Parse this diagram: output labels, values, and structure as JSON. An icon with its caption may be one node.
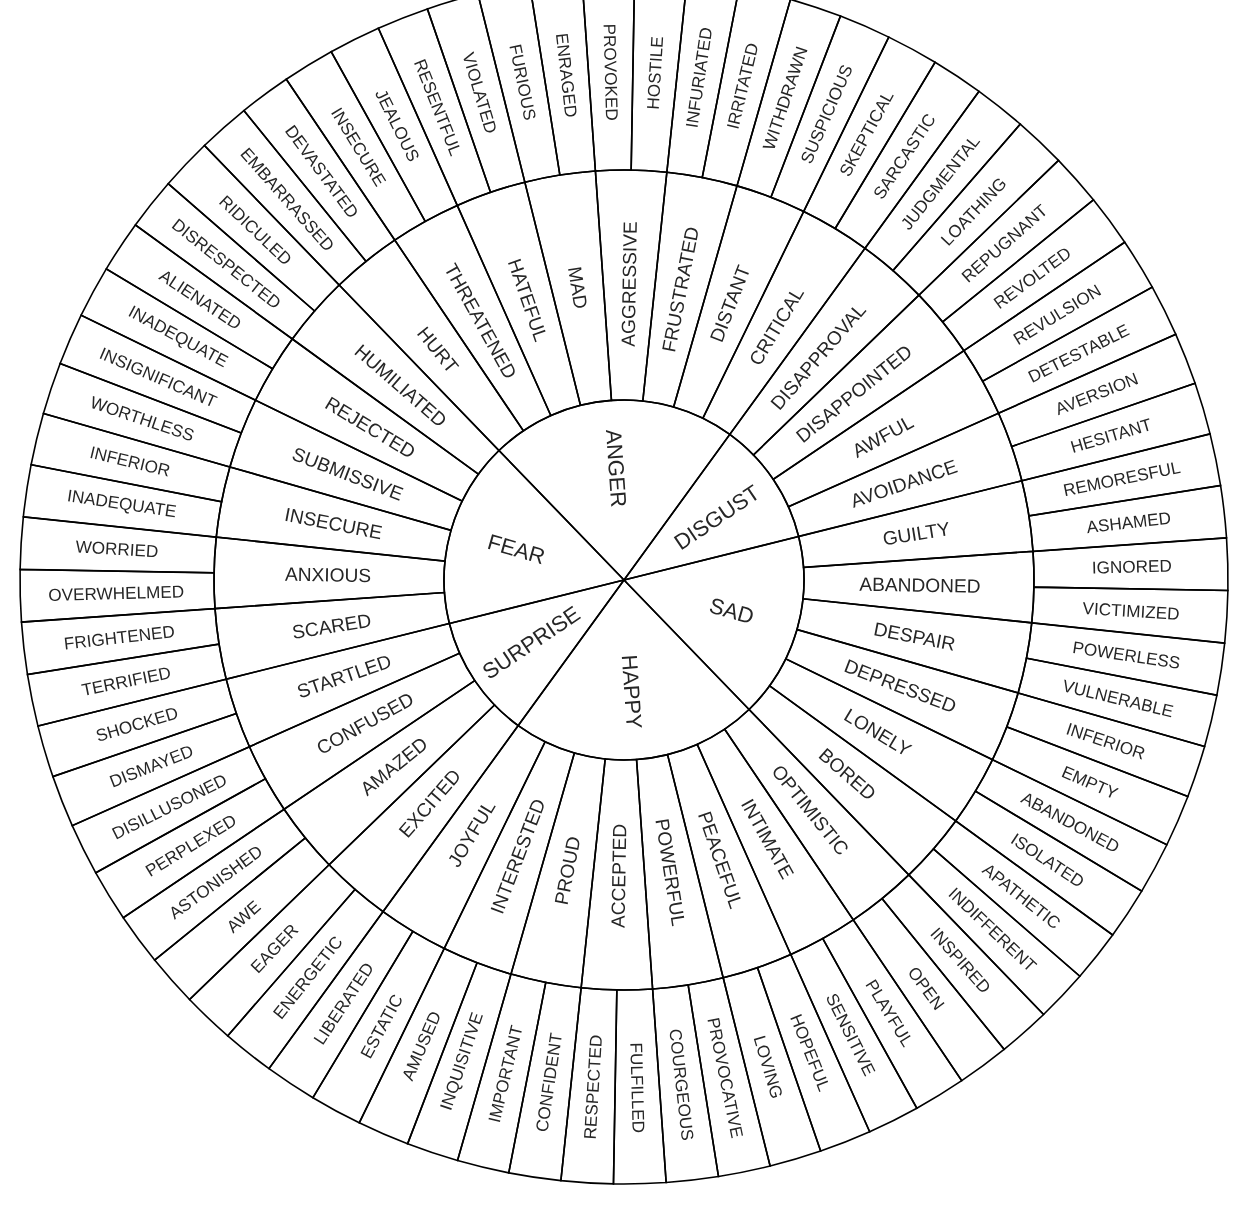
{
  "diagram": {
    "nodes": [
      {
        "text": [
          "ANGER"
        ]
      },
      {
        "text": [
          "DISGUST"
        ]
      },
      {
        "text": [
          "SAD"
        ]
      },
      {
        "text": [
          "HAPPY"
        ]
      },
      {
        "text": [
          "SURPRISE"
        ]
      },
      {
        "text": [
          "FEAR"
        ]
      },
      {
        "text": [
          "HURT"
        ]
      },
      {
        "text": [
          "THREATENED"
        ]
      },
      {
        "text": [
          "HATEFUL"
        ]
      },
      {
        "text": [
          "MAD"
        ]
      },
      {
        "text": [
          "AGGRESSIVE"
        ]
      },
      {
        "text": [
          "FRUSTRATED"
        ]
      },
      {
        "text": [
          "DISTANT"
        ]
      },
      {
        "text": [
          "CRITICAL"
        ]
      },
      {
        "text": [
          "DISAPPROVAL"
        ]
      },
      {
        "text": [
          "DISAPPOINTED"
        ]
      },
      {
        "text": [
          "AWFUL"
        ]
      },
      {
        "text": [
          "AVOIDANCE"
        ]
      },
      {
        "text": [
          "GUILTY"
        ]
      },
      {
        "text": [
          "ABANDONED"
        ]
      },
      {
        "text": [
          "DESPAIR"
        ]
      },
      {
        "text": [
          "DEPRESSED"
        ]
      },
      {
        "text": [
          "LONELY"
        ]
      },
      {
        "text": [
          "BORED"
        ]
      },
      {
        "text": [
          "OPTIMISTIC"
        ]
      },
      {
        "text": [
          "INTIMATE"
        ]
      },
      {
        "text": [
          "PEACEFUL"
        ]
      },
      {
        "text": [
          "POWERFUL"
        ]
      },
      {
        "text": [
          "ACCEPTED"
        ]
      },
      {
        "text": [
          "PROUD"
        ]
      },
      {
        "text": [
          "INTERESTED"
        ]
      },
      {
        "text": [
          "JOYFUL"
        ]
      },
      {
        "text": [
          "EXCITED"
        ]
      },
      {
        "text": [
          "AMAZED"
        ]
      },
      {
        "text": [
          "CONFUSED"
        ]
      },
      {
        "text": [
          "STARTLED"
        ]
      },
      {
        "text": [
          "SCARED"
        ]
      },
      {
        "text": [
          "ANXIOUS"
        ]
      },
      {
        "text": [
          "INSECURE"
        ]
      },
      {
        "text": [
          "SUBMISSIVE"
        ]
      },
      {
        "text": [
          "REJECTED"
        ]
      },
      {
        "text": [
          "HUMILIATED"
        ]
      },
      {
        "text": [
          "EMBARRASSED"
        ]
      },
      {
        "text": [
          "DEVASTATED"
        ]
      },
      {
        "text": [
          "INSECURE"
        ]
      },
      {
        "text": [
          "JEALOUS"
        ]
      },
      {
        "text": [
          "RESENTFUL"
        ]
      },
      {
        "text": [
          "VIOLATED"
        ]
      },
      {
        "text": [
          "FURIOUS"
        ]
      },
      {
        "text": [
          "ENRAGED"
        ]
      },
      {
        "text": [
          "PROVOKED"
        ]
      },
      {
        "text": [
          "HOSTILE"
        ]
      },
      {
        "text": [
          "INFURIATED"
        ]
      },
      {
        "text": [
          "IRRITATED"
        ]
      },
      {
        "text": [
          "WITHDRAWN"
        ]
      },
      {
        "text": [
          "SUSPICIOUS"
        ]
      },
      {
        "text": [
          "SKEPTICAL"
        ]
      },
      {
        "text": [
          "SARCASTIC"
        ]
      },
      {
        "text": [
          "JUDGMENTAL"
        ]
      },
      {
        "text": [
          "LOATHING"
        ]
      },
      {
        "text": [
          "REPUGNANT"
        ]
      },
      {
        "text": [
          "REVOLTED"
        ]
      },
      {
        "text": [
          "REVULSION"
        ]
      },
      {
        "text": [
          "DETESTABLE"
        ]
      },
      {
        "text": [
          "AVERSION"
        ]
      },
      {
        "text": [
          "HESITANT"
        ]
      },
      {
        "text": [
          "REMORESFUL"
        ]
      },
      {
        "text": [
          "ASHAMED"
        ]
      },
      {
        "text": [
          "IGNORED"
        ]
      },
      {
        "text": [
          "VICTIMIZED"
        ]
      },
      {
        "text": [
          "POWERLESS"
        ]
      },
      {
        "text": [
          "VULNERABLE"
        ]
      },
      {
        "text": [
          "INFERIOR"
        ]
      },
      {
        "text": [
          "EMPTY"
        ]
      },
      {
        "text": [
          "ABANDONED"
        ]
      },
      {
        "text": [
          "ISOLATED"
        ]
      },
      {
        "text": [
          "APATHETIC"
        ]
      },
      {
        "text": [
          "INDIFFERENT"
        ]
      },
      {
        "text": [
          "INSPIRED"
        ]
      },
      {
        "text": [
          "OPEN"
        ]
      },
      {
        "text": [
          "PLAYFUL"
        ]
      },
      {
        "text": [
          "SENSITIVE"
        ]
      },
      {
        "text": [
          "HOPEFUL"
        ]
      },
      {
        "text": [
          "LOVING"
        ]
      },
      {
        "text": [
          "PROVOCATIVE"
        ]
      },
      {
        "text": [
          "COURGEOUS"
        ]
      },
      {
        "text": [
          "FULFILLED"
        ]
      },
      {
        "text": [
          "RESPECTED"
        ]
      },
      {
        "text": [
          "CONFIDENT"
        ]
      },
      {
        "text": [
          "IMPORTANT"
        ]
      },
      {
        "text": [
          "INQUISITIVE"
        ]
      },
      {
        "text": [
          "AMUSED"
        ]
      },
      {
        "text": [
          "ESTATIC"
        ]
      },
      {
        "text": [
          "LIBERATED"
        ]
      },
      {
        "text": [
          "ENERGETIC"
        ]
      },
      {
        "text": [
          "EAGER"
        ]
      },
      {
        "text": [
          "AWE"
        ]
      },
      {
        "text": [
          "ASTONISHED"
        ]
      },
      {
        "text": [
          "PERPLEXED"
        ]
      },
      {
        "text": [
          "DISILLUSONED"
        ]
      },
      {
        "text": [
          "DISMAYED"
        ]
      },
      {
        "text": [
          "SHOCKED"
        ]
      },
      {
        "text": [
          "TERRIFIED"
        ]
      },
      {
        "text": [
          "FRIGHTENED"
        ]
      },
      {
        "text": [
          "OVERWHELMED"
        ]
      },
      {
        "text": [
          "WORRIED"
        ]
      },
      {
        "text": [
          "INADEQUATE"
        ]
      },
      {
        "text": [
          "INFERIOR"
        ]
      },
      {
        "text": [
          "WORTHLESS"
        ]
      },
      {
        "text": [
          "INSIGNIFICANT"
        ]
      },
      {
        "text": [
          "INADEQUATE"
        ]
      },
      {
        "text": [
          "ALIENATED"
        ]
      },
      {
        "text": [
          "DISRESPECTED"
        ]
      },
      {
        "text": [
          "RIDICULED"
        ]
      }
    ]
  }
}
